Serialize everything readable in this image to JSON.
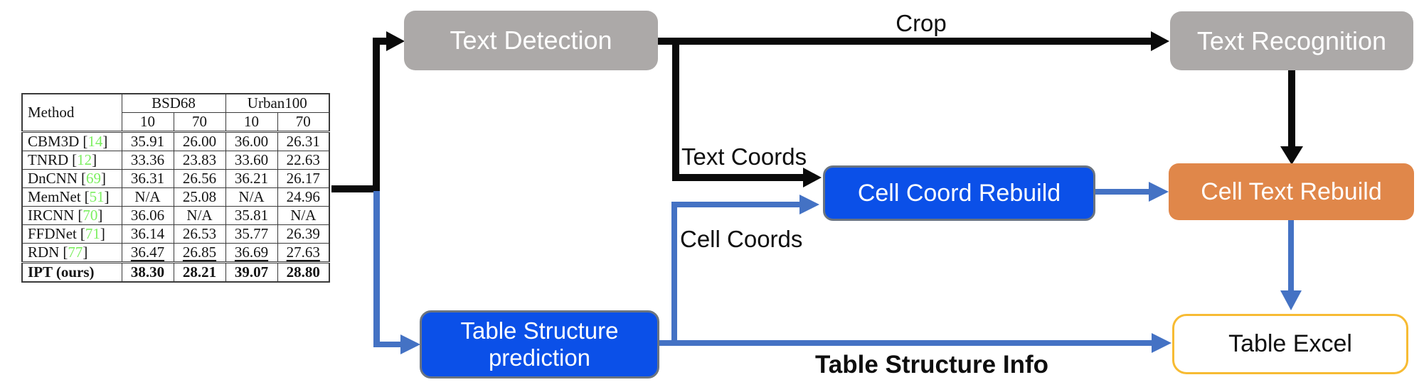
{
  "figure": {
    "nodes": {
      "text_detection": "Text Detection",
      "text_recognition": "Text Recognition",
      "cell_coord_rebuild": "Cell Coord Rebuild",
      "cell_text_rebuild": "Cell Text Rebuild",
      "table_structure_prediction_line1": "Table Structure",
      "table_structure_prediction_line2": "prediction",
      "table_excel": "Table Excel"
    },
    "edge_labels": {
      "crop": "Crop",
      "text_coords": "Text Coords",
      "cell_coords": "Cell Coords",
      "table_structure_info": "Table Structure Info"
    },
    "colors": {
      "gray_node": "#aca9a8",
      "blue_node": "#0b50e8",
      "orange_node": "#e0874a",
      "gold_border": "#f7bb33",
      "blue_arrow": "#4472c4",
      "black_arrow": "#0a0a0a",
      "reference_green": "#7cef60"
    }
  },
  "input_table": {
    "bracket_open": "[",
    "bracket_close": "]",
    "header": {
      "method": "Method",
      "group1": "BSD68",
      "group2": "Urban100",
      "sub": [
        "10",
        "70",
        "10",
        "70"
      ]
    },
    "rows": [
      {
        "method": "CBM3D",
        "ref": "14",
        "values": [
          "35.91",
          "26.00",
          "36.00",
          "26.31"
        ]
      },
      {
        "method": "TNRD",
        "ref": "12",
        "values": [
          "33.36",
          "23.83",
          "33.60",
          "22.63"
        ]
      },
      {
        "method": "DnCNN",
        "ref": "69",
        "values": [
          "36.31",
          "26.56",
          "36.21",
          "26.17"
        ]
      },
      {
        "method": "MemNet",
        "ref": "51",
        "values": [
          "N/A",
          "25.08",
          "N/A",
          "24.96"
        ]
      },
      {
        "method": "IRCNN",
        "ref": "70",
        "values": [
          "36.06",
          "N/A",
          "35.81",
          "N/A"
        ]
      },
      {
        "method": "FFDNet",
        "ref": "71",
        "values": [
          "36.14",
          "26.53",
          "35.77",
          "26.39"
        ]
      },
      {
        "method": "RDN",
        "ref": "77",
        "values": [
          "36.47",
          "26.85",
          "36.69",
          "27.63"
        ],
        "emphasis": "underline"
      },
      {
        "method": "IPT (ours)",
        "values": [
          "38.30",
          "28.21",
          "39.07",
          "28.80"
        ],
        "emphasis": "bold"
      }
    ]
  }
}
